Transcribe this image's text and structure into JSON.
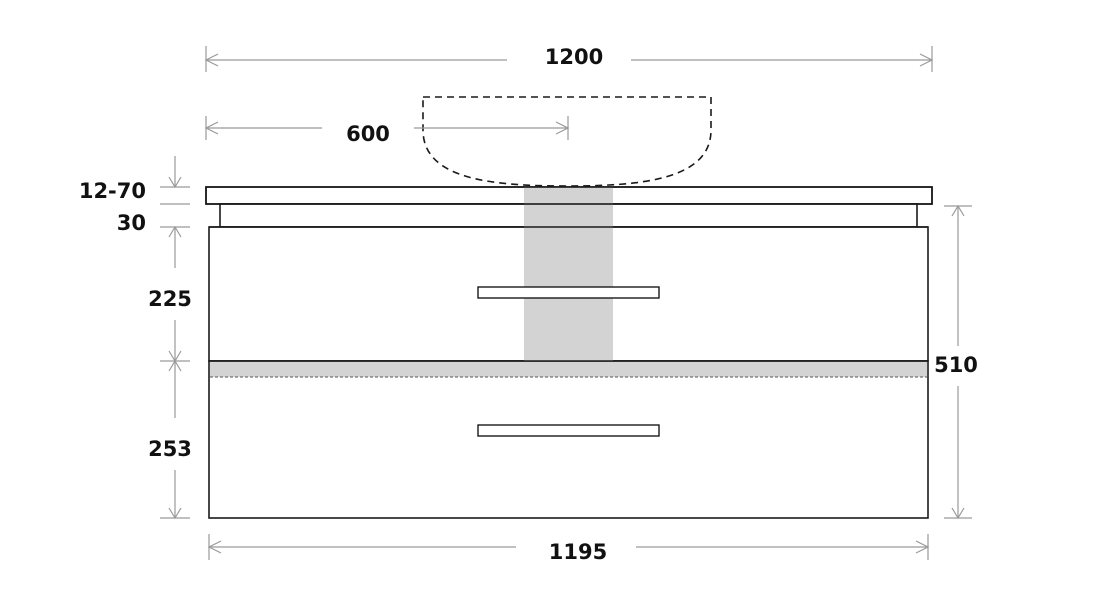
{
  "dimensions": {
    "overall_width": "1200",
    "basin_center": "600",
    "top_thickness": "12-70",
    "top_spacer": "30",
    "drawer_upper": "225",
    "drawer_lower": "253",
    "cabinet_height": "510",
    "cabinet_width": "1195"
  },
  "colors": {
    "line": "#1a1a1a",
    "dimension": "#9a9a9a",
    "plumbing_zone": "#d3d3d3"
  }
}
